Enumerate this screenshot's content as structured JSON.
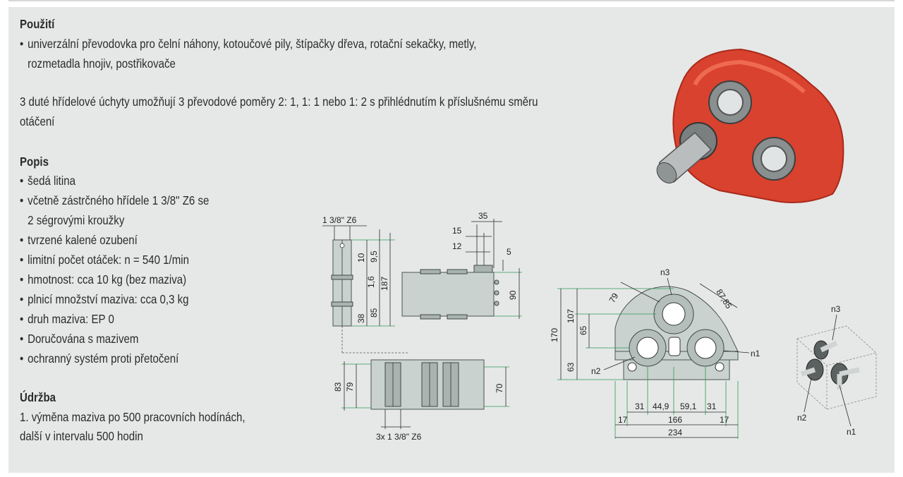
{
  "sections": {
    "usage": {
      "title": "Použití",
      "bullet_line1": "univerzální převodovka pro čelní náhony, kotoučové pily, štípačky dřeva, rotační sekačky, metly,",
      "bullet_line2": "rozmetadla hnojiv, postřikovače",
      "para_line1": "3 duté hřídelové úchyty umožňují 3 převodové poměry 2: 1, 1: 1 nebo 1: 2 s přihlédnutím k příslušnému směru",
      "para_line2": "otáčení"
    },
    "description": {
      "title": "Popis",
      "items": [
        "šedá litina",
        "včetně zástrčného hřídele 1 3/8\" Z6 se",
        "2 ségrovými kroužky",
        "tvrzené kalené ozubení",
        "limitní počet otáček: n = 540 1/min",
        "hmotnost: cca 10 kg (bez maziva)",
        "plnicí množství maziva: cca 0,3 kg",
        "druh maziva: EP 0",
        "Doručována s mazivem",
        "ochranný systém proti přetočení"
      ]
    },
    "maintenance": {
      "title": "Údržba",
      "line1": "1. výměna maziva po 500 pracovních hodínách,",
      "line2": "další v intervalu 500 hodin"
    }
  },
  "drawing": {
    "shaft_label": "1 3/8\" Z6",
    "bottom_label": "3x 1 3/8\" Z6",
    "dims_shaft": [
      "10",
      "9,5",
      "1,6",
      "187",
      "38",
      "85"
    ],
    "dims_top": [
      "35",
      "15",
      "12",
      "5",
      "90"
    ],
    "dims_bottom": [
      "83",
      "79",
      "70"
    ],
    "dims_front": [
      "n3",
      "79",
      "87,85",
      "170",
      "107",
      "65",
      "63",
      "n1",
      "n2",
      "31",
      "44,9",
      "59,1",
      "31",
      "17",
      "166",
      "17",
      "234"
    ],
    "iso_labels": [
      "n3",
      "n2",
      "n1"
    ]
  },
  "colors": {
    "panel": "#e6e8e7",
    "gearbox": "#d9422e",
    "part": "#c9d2cf"
  }
}
